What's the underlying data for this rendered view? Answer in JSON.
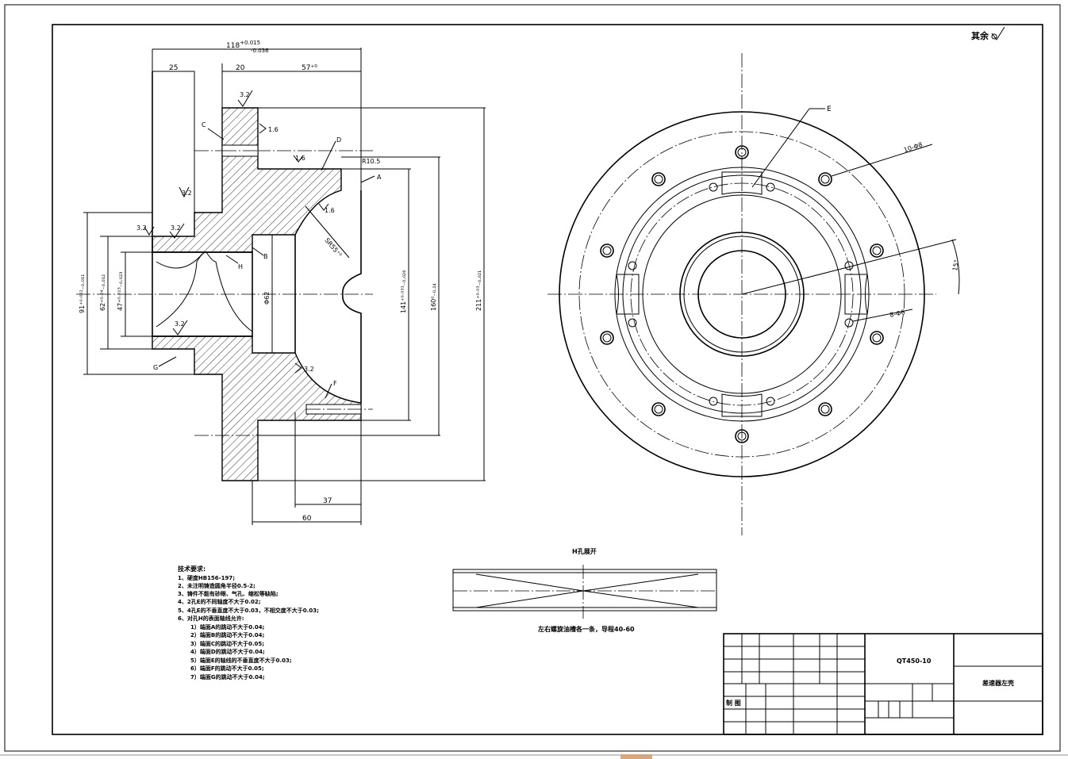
{
  "roughness_note": "其余",
  "section_view": {
    "dims": {
      "overall_width": "118",
      "overall_width_tol_upper": "+0.015",
      "overall_width_tol_lower": "-0.036",
      "d25": "25",
      "d20": "20",
      "d57": "57⁺⁰",
      "d37": "37",
      "d60": "60",
      "dia91": "91⁺⁰·⁰²²₋₀.₀₁₁",
      "dia62": "62⁺⁰·²⁴₋₀.₀₁₂",
      "dia47": "47⁺⁰·⁰¹³₋₀.₀₂₃",
      "dia141": "141⁺⁰·⁰³¹₋₀.₀₂₆",
      "dia160": "160⁰₋₀.₂₄",
      "dia211": "211⁺⁰·⁰³₋₀.₀₂₁",
      "r105": "R10.5",
      "sr": "SR55⁺⁰",
      "bore": "Φ62"
    },
    "roughness": [
      "3.2",
      "1.6",
      "1.6",
      "3.2",
      "3.2",
      "3.2",
      "1.6",
      "3.2",
      "3.2"
    ],
    "labels": [
      "A",
      "B",
      "C",
      "D",
      "F",
      "G",
      "H"
    ]
  },
  "front_view": {
    "label_e": "E",
    "holes_10": "10-Φ8",
    "holes_8": "8-Φ6",
    "angle": "15°"
  },
  "h_expand": {
    "title": "H孔展开",
    "note": "左右螺旋油槽各一条，导程40-60"
  },
  "requirements": {
    "title": "技术要求:",
    "lines": [
      "1、硬度HB156-197;",
      "2、未注明铸造圆角半径0.5-2;",
      "3、铸件不能有砂眼、气孔、缩松等缺陷;",
      "4、2孔E的不同轴度不大于0.02;",
      "5、4孔E的不垂直度不大于0.03，不相交度不大于0.03;",
      "6、对孔H的表面轴线允许:",
      "1）端面A的跳动不大于0.04;",
      "2）端面B的跳动不大于0.04;",
      "3）端面C的跳动不大于0.05;",
      "4）端面D的跳动不大于0.04;",
      "5）端面E的轴线的不垂直度不大于0.03;",
      "6）端面F的跳动不大于0.05;",
      "7）端面G的跳动不大于0.04;"
    ]
  },
  "title_block": {
    "material": "QT450-10",
    "part_name": "差速器左壳",
    "drawn_by": "制 图"
  }
}
